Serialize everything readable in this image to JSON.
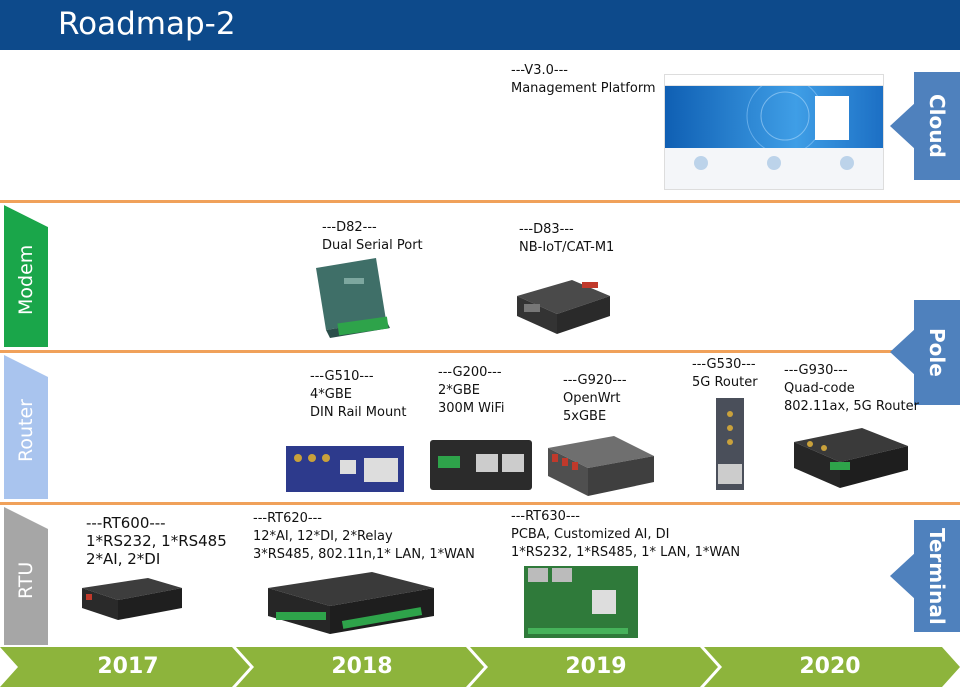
{
  "header": {
    "title": "Roadmap-2"
  },
  "side_labels": {
    "modem": "Modem",
    "router": "Router",
    "rtu": "RTU"
  },
  "right_labels": {
    "cloud": "Cloud",
    "pole": "Pole",
    "terminal": "Terminal"
  },
  "cloud": {
    "line1": "---V3.0---",
    "line2": "Management Platform",
    "screenshot_cards": [
      "",
      "",
      ""
    ]
  },
  "modems": [
    {
      "model": "---D82---",
      "desc": "Dual Serial Port"
    },
    {
      "model": "---D83---",
      "desc": "NB-IoT/CAT-M1"
    }
  ],
  "routers": [
    {
      "model": "---G510---",
      "line1": "4*GBE",
      "line2": "DIN Rail Mount"
    },
    {
      "model": "---G200---",
      "line1": "2*GBE",
      "line2": "300M WiFi"
    },
    {
      "model": "---G920---",
      "line1": "OpenWrt",
      "line2": "5xGBE"
    },
    {
      "model": "---G530---",
      "line1": "5G Router",
      "line2": ""
    },
    {
      "model": "---G930---",
      "line1": "Quad-code",
      "line2": "802.11ax, 5G Router"
    }
  ],
  "rtus": [
    {
      "model": "---RT600---",
      "line1": "1*RS232, 1*RS485",
      "line2": "2*AI, 2*DI"
    },
    {
      "model": "---RT620---",
      "line1": "12*AI, 12*DI, 2*Relay",
      "line2": "3*RS485, 802.11n,1* LAN, 1*WAN"
    },
    {
      "model": "---RT630---",
      "line1": "PCBA, Customized AI, DI",
      "line2": "1*RS232, 1*RS485, 1* LAN, 1*WAN"
    }
  ],
  "years": [
    "2017",
    "2018",
    "2019",
    "2020"
  ],
  "colors": {
    "header": "#0d4a8b",
    "divider": "#f0a15a",
    "modem": "#1aa64a",
    "router": "#a9c4ee",
    "rtu": "#a6a6a6",
    "right_tab": "#4f81bd",
    "timeline": "#8db43c"
  }
}
